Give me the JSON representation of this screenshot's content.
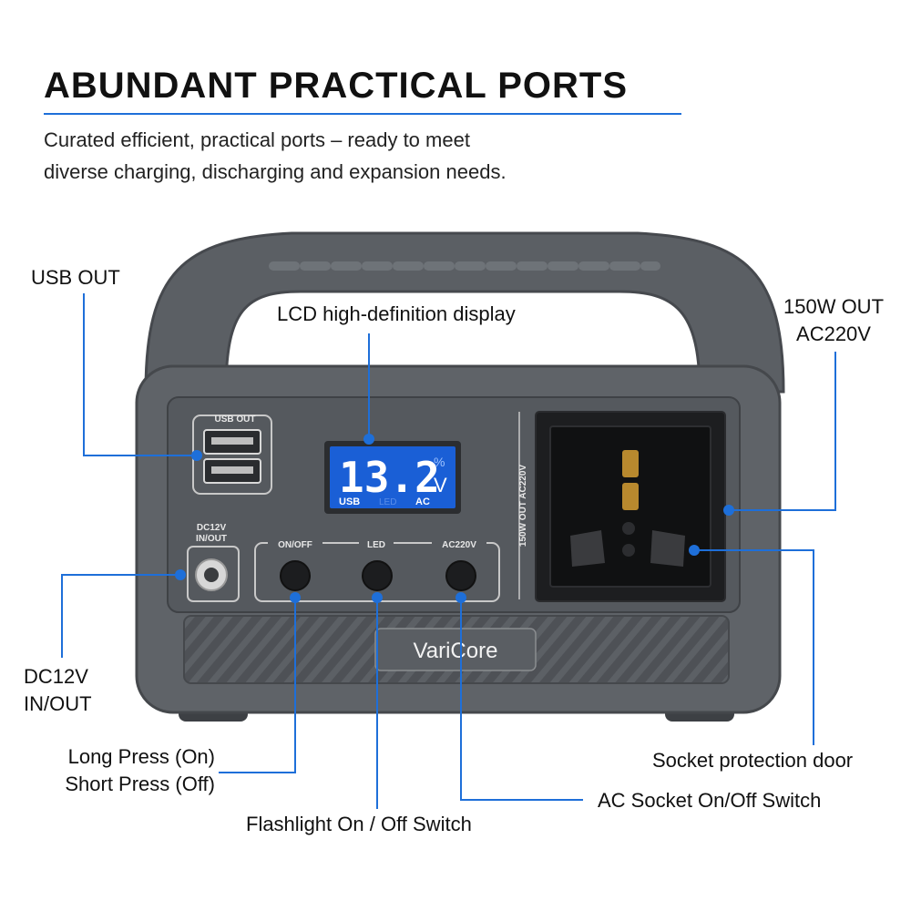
{
  "header": {
    "title": "ABUNDANT PRACTICAL PORTS",
    "subtitle_line1": "Curated efficient, practical ports – ready to meet",
    "subtitle_line2": "diverse charging, discharging and expansion needs."
  },
  "callouts": {
    "usb_out": "USB OUT",
    "lcd": "LCD high-definition display",
    "ac_out_line1": "150W OUT",
    "ac_out_line2": "AC220V",
    "dc_line1": "DC12V",
    "dc_line2": "IN/OUT",
    "power_line1": "Long Press (On)",
    "power_line2": "Short Press (Off)",
    "flashlight": "Flashlight On / Off Switch",
    "ac_switch": "AC Socket On/Off Switch",
    "socket_door": "Socket protection door"
  },
  "device": {
    "usb_label": "USB OUT",
    "dc_label_line1": "DC12V",
    "dc_label_line2": "IN/OUT",
    "btn_onoff": "ON/OFF",
    "btn_led": "LED",
    "btn_ac": "AC220V",
    "vertical_label": "150W OUT AC220V",
    "brand": "VariCore",
    "lcd_value": "13.2",
    "lcd_unit": "V",
    "lcd_percent": "%",
    "lcd_usb": "USB",
    "lcd_led": "LED",
    "lcd_ac": "AC"
  },
  "colors": {
    "accent": "#1e6fd9",
    "body": "#5f6368",
    "panel": "#55595e",
    "lcd": "#1a5fd6"
  }
}
